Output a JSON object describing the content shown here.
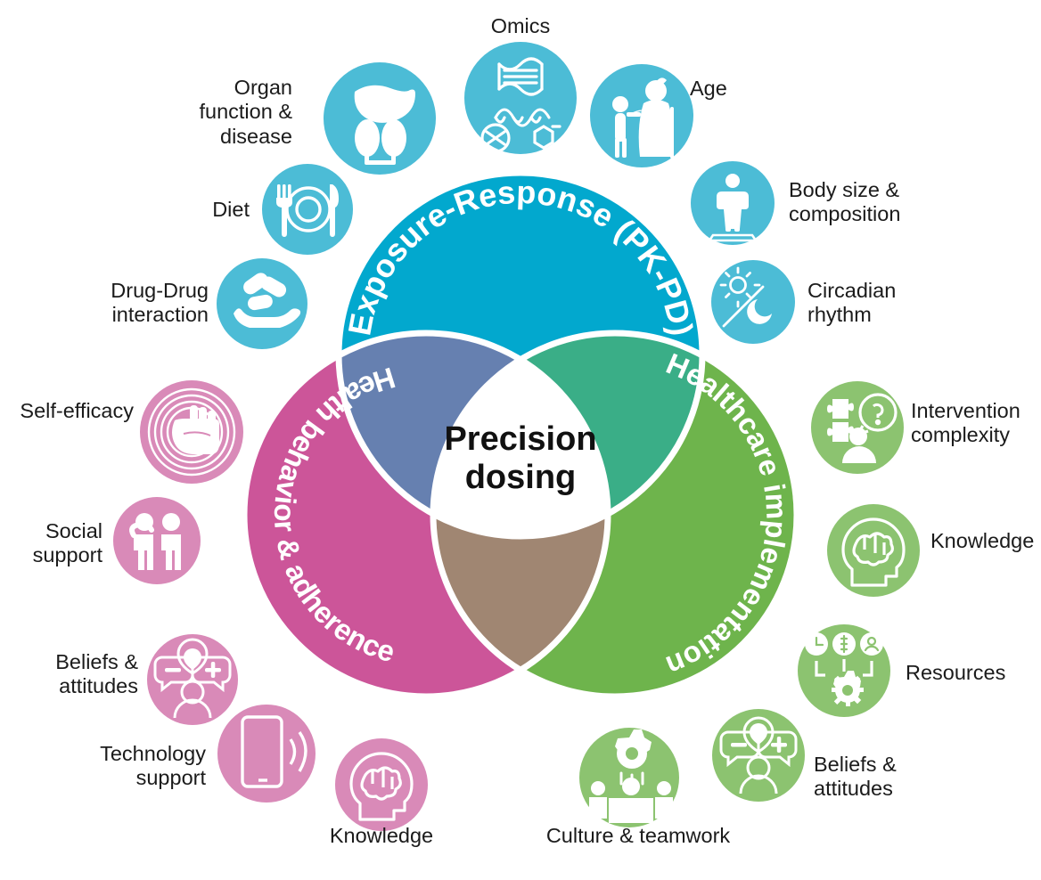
{
  "diagram": {
    "title_center": "Precision\ndosing",
    "domains": [
      {
        "id": "pkpd",
        "label": "Exposure-Response (PK-PD)",
        "color": "#02a8ce"
      },
      {
        "id": "behavior",
        "label": "Health behavior & adherence",
        "color": "#cc5599"
      },
      {
        "id": "healthcare",
        "label": "Healthcare implementation",
        "color": "#6eb44c"
      }
    ],
    "overlap_colors": {
      "pkpd_behavior": "#6680b0",
      "pkpd_healthcare": "#3aae87",
      "behavior_healthcare": "#a08672",
      "center": "#ffffff"
    },
    "icon_colors": {
      "blue": "#4cbcd6",
      "pink": "#d98ab8",
      "green": "#8cc370"
    }
  },
  "factors": {
    "pkpd": [
      {
        "label": "Omics",
        "icon": "dna-molecule-icon"
      },
      {
        "label": "Organ\nfunction &\ndisease",
        "icon": "liver-kidney-icon"
      },
      {
        "label": "Age",
        "icon": "elderly-child-icon"
      },
      {
        "label": "Body size &\ncomposition",
        "icon": "person-scale-icon"
      },
      {
        "label": "Circadian\nrhythm",
        "icon": "sun-moon-icon"
      },
      {
        "label": "Diet",
        "icon": "plate-cutlery-icon"
      },
      {
        "label": "Drug-Drug\ninteraction",
        "icon": "hand-pills-icon"
      }
    ],
    "behavior": [
      {
        "label": "Self-efficacy",
        "icon": "fist-rings-icon"
      },
      {
        "label": "Social\nsupport",
        "icon": "two-people-icon"
      },
      {
        "label": "Beliefs &\nattitudes",
        "icon": "person-speech-bubbles-icon"
      },
      {
        "label": "Technology\nsupport",
        "icon": "smartphone-signal-icon"
      },
      {
        "label": "Knowledge",
        "icon": "head-brain-icon"
      }
    ],
    "healthcare": [
      {
        "label": "Intervention\ncomplexity",
        "icon": "puzzle-question-icon"
      },
      {
        "label": "Knowledge",
        "icon": "head-brain-icon"
      },
      {
        "label": "Resources",
        "icon": "clock-money-person-gear-icon"
      },
      {
        "label": "Beliefs &\nattitudes",
        "icon": "person-speech-bubbles-icon"
      },
      {
        "label": "Culture & teamwork",
        "icon": "team-gear-icon"
      }
    ]
  }
}
